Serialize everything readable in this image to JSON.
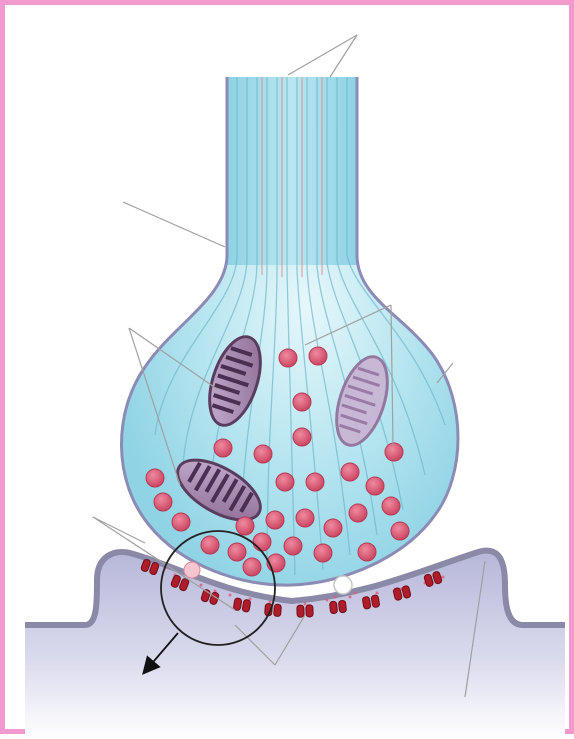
{
  "figure": {
    "description_hidden": "",
    "labels": []
  },
  "colors": {
    "frame_border": "#f29ad0",
    "terminal_fill": "#a9e1ee",
    "terminal_outline": "#8c8bb6",
    "vesicle": "#d8566f",
    "mitochondrion": "#6b4a6e",
    "mitochondrion_light": "#a890b0",
    "postsynaptic": "#b7b8d8",
    "receptor": "#b01c2a",
    "leader_line": "#9a9a9a",
    "arrow": "#111111"
  },
  "icons": {
    "synapse": "synaptic-terminal-illustration",
    "zoom": "magnify-circle",
    "pointer": "arrow-down-left"
  }
}
